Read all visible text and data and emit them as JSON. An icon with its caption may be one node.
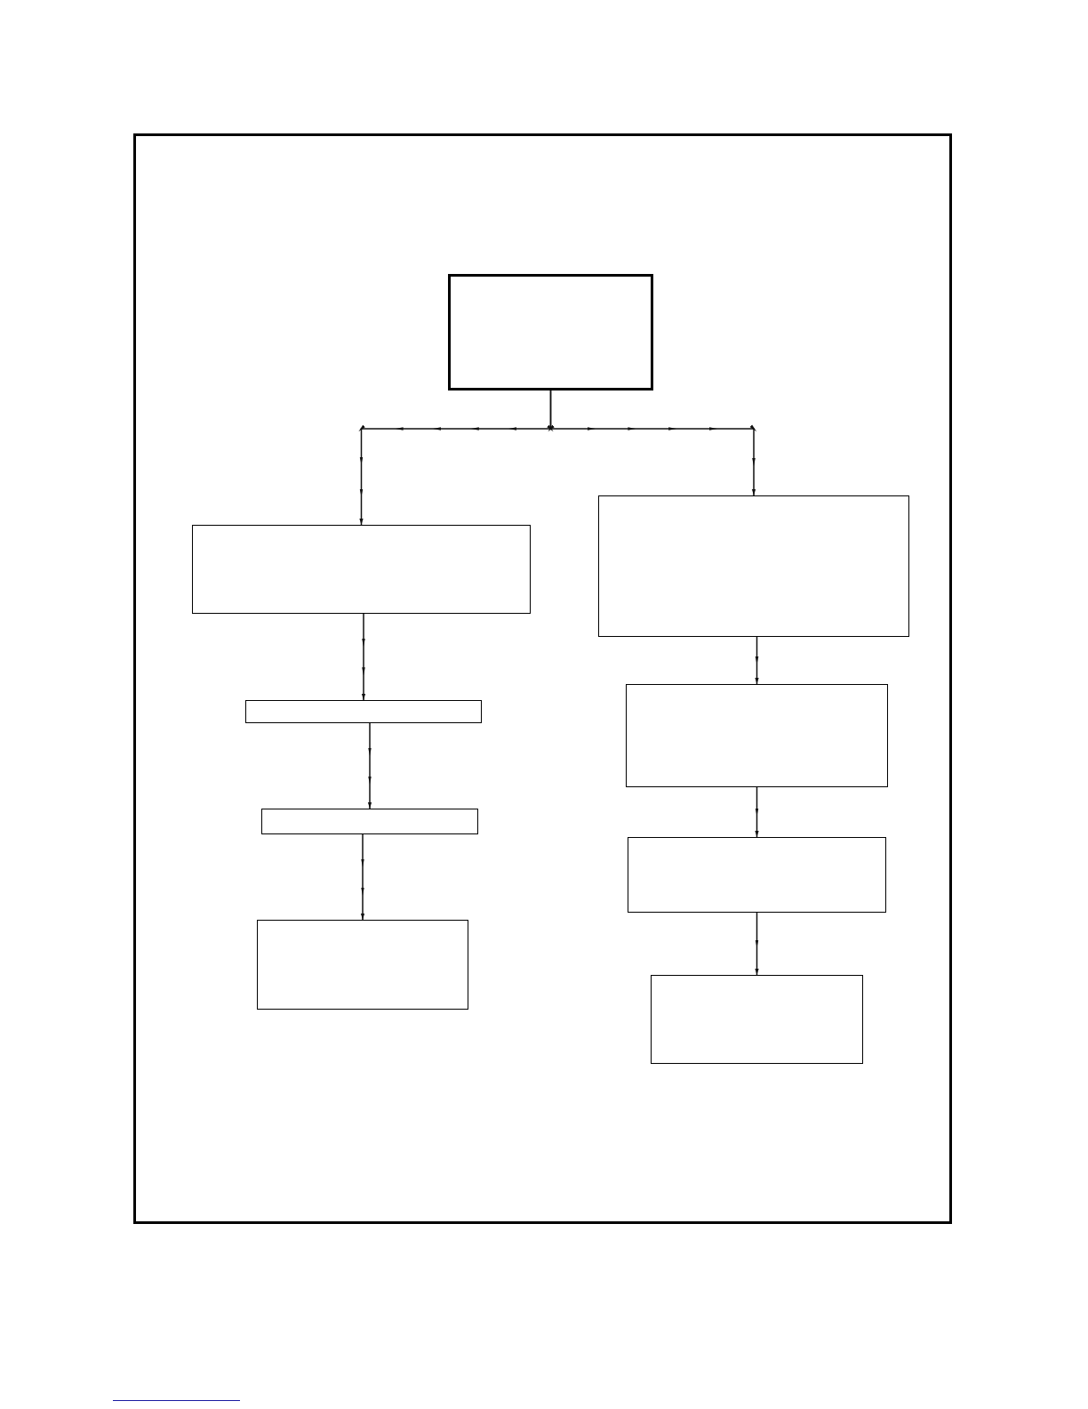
{
  "diagram": {
    "nodes": [
      {
        "text": [],
        "shape": "box"
      },
      {
        "text": [],
        "shape": "box",
        "in": 0
      },
      {
        "text": [],
        "shape": "box",
        "in": 0
      },
      {
        "text": [],
        "shape": "box",
        "in": 0
      },
      {
        "text": [],
        "shape": "box",
        "in": 0
      },
      {
        "text": [],
        "shape": "box",
        "in": 0
      },
      {
        "text": [],
        "shape": "box",
        "in": 0
      },
      {
        "text": [],
        "shape": "box",
        "in": 0
      },
      {
        "text": [],
        "shape": "box",
        "in": 0
      },
      {
        "text": [],
        "shape": "box",
        "in": 0
      }
    ],
    "edges": [
      {
        "from": 1,
        "to": 2,
        "arrow": "to"
      },
      {
        "from": 1,
        "to": 3,
        "arrow": "to"
      },
      {
        "from": 2,
        "to": 4,
        "arrow": "to"
      },
      {
        "from": 4,
        "to": 6,
        "arrow": "to"
      },
      {
        "from": 6,
        "to": 8,
        "arrow": "to"
      },
      {
        "from": 3,
        "to": 5,
        "arrow": "to"
      },
      {
        "from": 5,
        "to": 7,
        "arrow": "to"
      },
      {
        "from": 7,
        "to": 9,
        "arrow": "to"
      }
    ]
  }
}
